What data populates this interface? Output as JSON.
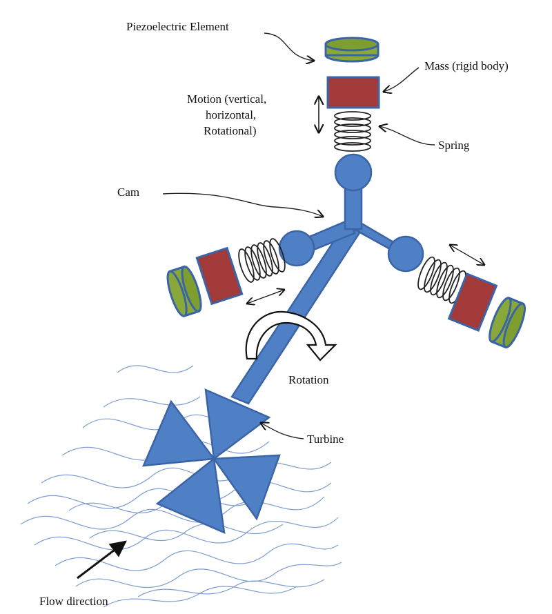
{
  "labels": {
    "piezoelectric_element": "Piezoelectric  Element",
    "mass": "Mass (rigid body)",
    "motion_line1": "Motion (vertical,",
    "motion_line2": "horizontal,",
    "motion_line3": "Rotational)",
    "spring": "Spring",
    "cam": "Cam",
    "rotation": "Rotation",
    "turbine": "Turbine",
    "flow_direction": "Flow direction"
  },
  "colors": {
    "structure_blue": "#4f7fc4",
    "mass_red": "#a33a3a",
    "piezo_green": "#8aa839",
    "flow_lines": "#7e9ecf"
  }
}
